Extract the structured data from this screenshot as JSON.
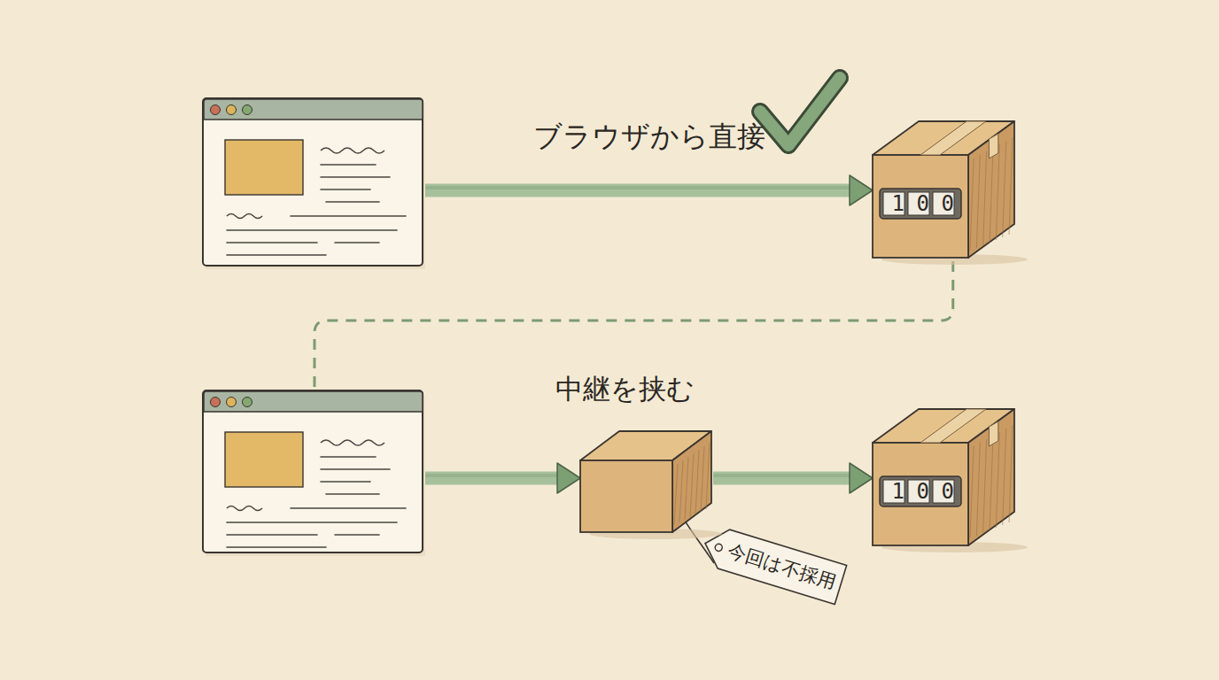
{
  "diagram": {
    "nodes": [
      {
        "text": []
      },
      {
        "text": [
          "100"
        ]
      },
      {
        "text": []
      },
      {
        "text": [
          "中継を挟む"
        ]
      },
      {
        "text": [
          "100"
        ]
      }
    ],
    "edges": [
      {
        "from": 0,
        "to": 1,
        "arrow": "to",
        "label": "ブラウザから直接"
      },
      {
        "from": 1,
        "to": 2,
        "arrow": "none"
      },
      {
        "from": 2,
        "to": 3,
        "arrow": "to"
      },
      {
        "from": 3,
        "to": 4,
        "arrow": "to"
      }
    ],
    "labels": [
      "今回は不採用"
    ]
  }
}
